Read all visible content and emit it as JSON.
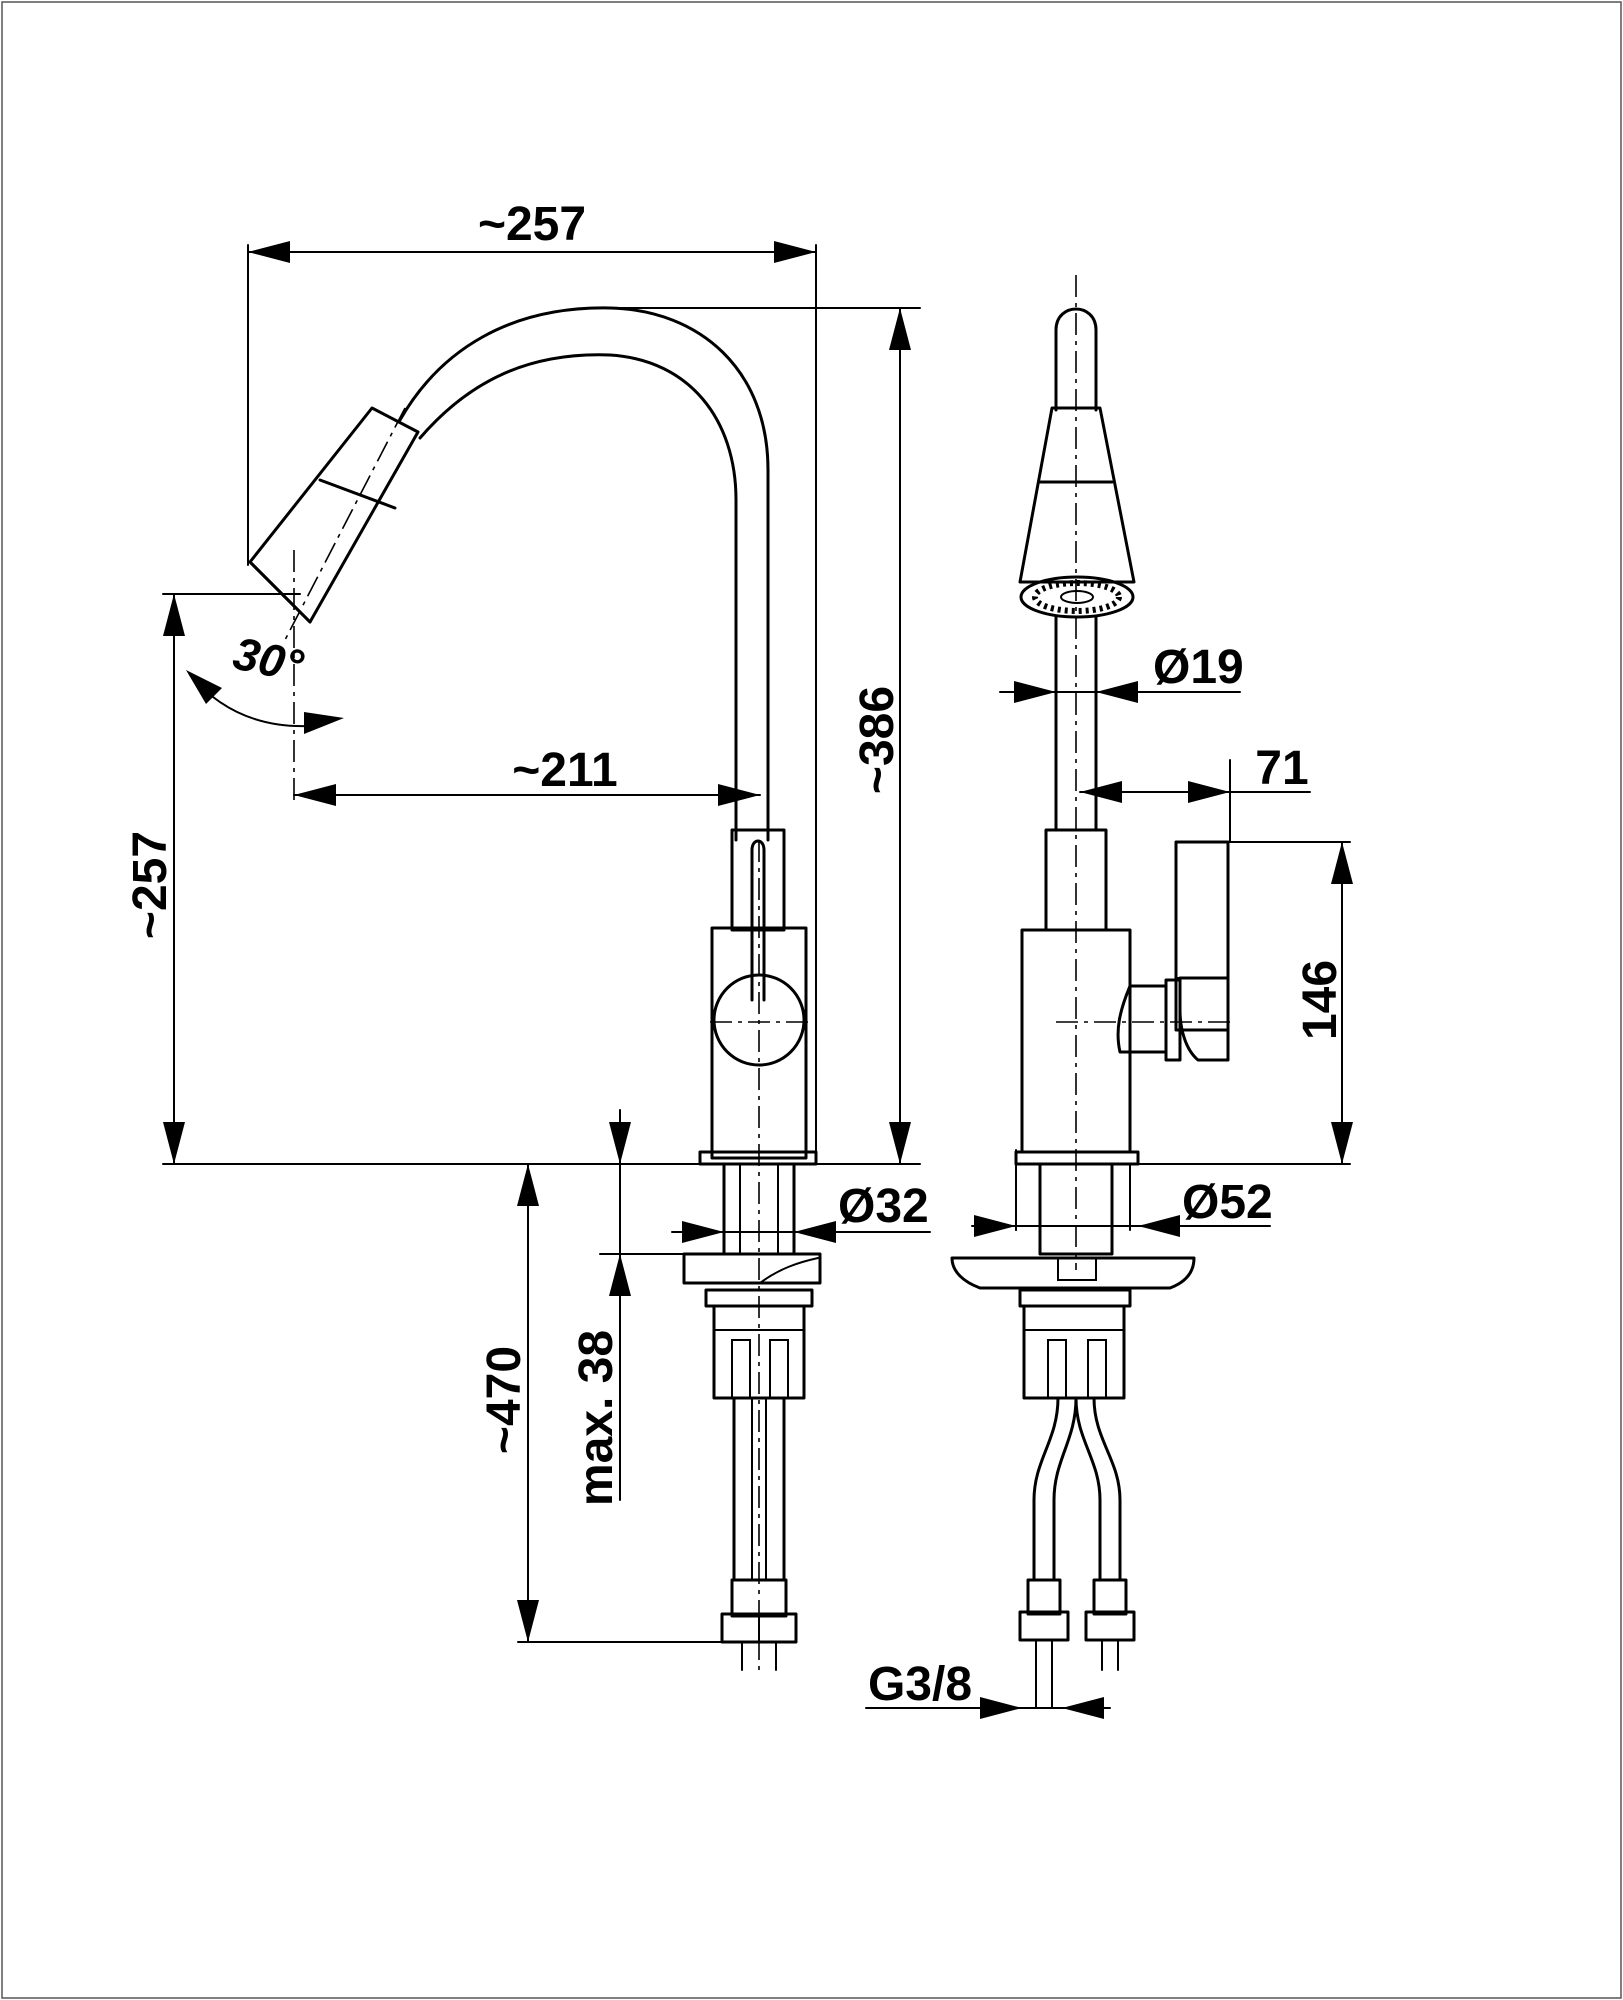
{
  "colors": {
    "line": "#000000",
    "background": "#ffffff"
  },
  "dimensions": {
    "top_width": "~257",
    "height_total": "~386",
    "left_height": "~257",
    "angle": "30°",
    "reach": "~211",
    "hose_dia": "Ø19",
    "lever_offset": "71",
    "lever_height": "146",
    "body_dia": "Ø32",
    "base_dia": "Ø52",
    "max_thickness": "max. 38",
    "hose_length": "~470",
    "thread": "G3/8"
  }
}
